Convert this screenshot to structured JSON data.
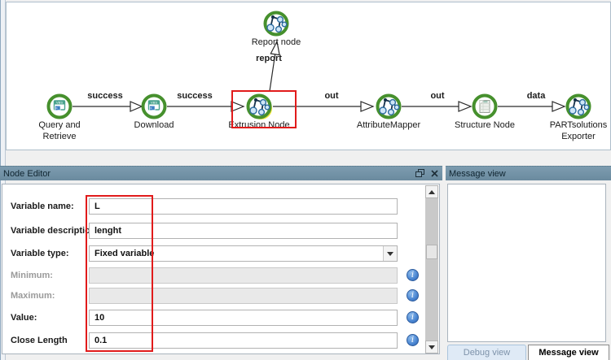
{
  "workflow": {
    "nodes": [
      {
        "label": "Query and Retrieve",
        "icon": "vbs-script-icon"
      },
      {
        "label": "Download",
        "icon": "vbs-script-icon"
      },
      {
        "label": "Extrusion Node",
        "icon": "molecule-icon",
        "selected": true
      },
      {
        "label": "AttributeMapper",
        "icon": "molecule-icon"
      },
      {
        "label": "Structure Node",
        "icon": "document-icon"
      },
      {
        "label": "PARTsolutions Exporter",
        "icon": "molecule-icon"
      },
      {
        "label": "Report node",
        "icon": "molecule-icon"
      }
    ],
    "edge_labels": [
      "success",
      "success",
      "out",
      "out",
      "data",
      "report"
    ]
  },
  "node_editor": {
    "title": "Node Editor",
    "fields": [
      {
        "label": "Variable name:",
        "value": "L",
        "state": "enabled"
      },
      {
        "label": "Variable description:",
        "value": "lenght",
        "state": "enabled"
      },
      {
        "label": "Variable type:",
        "value": "Fixed variable",
        "state": "combo"
      },
      {
        "label": "Minimum:",
        "value": "",
        "state": "disabled",
        "info": true
      },
      {
        "label": "Maximum:",
        "value": "",
        "state": "disabled",
        "info": true
      },
      {
        "label": "Value:",
        "value": "10",
        "state": "enabled",
        "info": true
      },
      {
        "label": "Close Length",
        "value": "0.1",
        "state": "enabled",
        "info": true
      }
    ],
    "icons": {
      "float": "float-panel-icon",
      "close": "close-icon"
    }
  },
  "message_view": {
    "title": "Message view",
    "content": ""
  },
  "tabs": {
    "debug": "Debug view",
    "message": "Message view"
  },
  "colors": {
    "node_ring_green": "#46902d",
    "selection_yellow": "#efe73b",
    "highlight_red": "#e11b1b",
    "titlebar_blue": "#6f8fa3",
    "info_icon_blue": "#4a86d2"
  }
}
